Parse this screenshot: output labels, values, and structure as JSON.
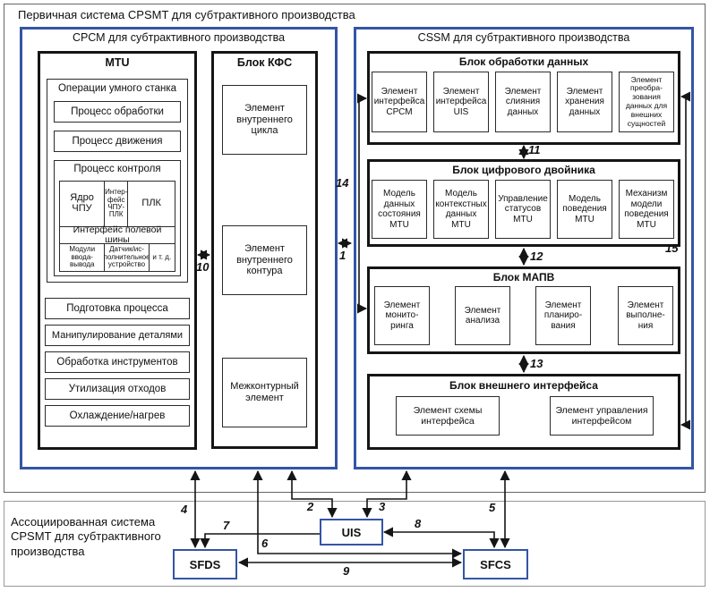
{
  "primary": {
    "title": "Первичная система CPSMT для субтрактивного производства"
  },
  "srsm": {
    "title": "СРСМ для субтрактивного производства",
    "mtu": {
      "title": "MTU",
      "operations_title": "Операции умного станка",
      "process_machining": "Процесс обработки",
      "process_motion": "Процесс движения",
      "control": {
        "title": "Процесс контроля",
        "cnc_core": "Ядро ЧПУ",
        "cnc_plc_if": "Интер- фейс ЧПУ- ПЛК",
        "plc": "ПЛК",
        "fieldbus_if": "Интерфейс полевой шины",
        "io_modules": "Модули ввода- вывода",
        "sensor_actuator": "Датчик/ис- полнительное устройство",
        "etc": "и т. д."
      },
      "aux": [
        "Подготовка процесса",
        "Манипулирование деталями",
        "Обработка инструментов",
        "Утилизация отходов",
        "Охлаждение/нагрев"
      ]
    },
    "kfs": {
      "title": "Блок КФС",
      "inner_cycle": "Элемент внутреннего цикла",
      "inner_loop": "Элемент внутреннего контура",
      "interloop": "Межконтурный элемент"
    }
  },
  "cssm": {
    "title": "CSSM для субтрактивного производства",
    "data_block": {
      "title": "Блок обработки данных",
      "items": [
        "Элемент интерфейса СРСМ",
        "Элемент интерфейса UIS",
        "Элемент слияния данных",
        "Элемент хранения данных",
        "Элемент преобра- зования данных для внешних сущностей"
      ]
    },
    "twin_block": {
      "title": "Блок цифрового двойника",
      "items": [
        "Модель данных состояния MTU",
        "Модель контекстных данных MTU",
        "Управление статусов MTU",
        "Модель поведения MTU",
        "Механизм модели поведения MTU"
      ]
    },
    "mapv_block": {
      "title": "Блок МАПВ",
      "items": [
        "Элемент монито- ринга",
        "Элемент анализа",
        "Элемент планиро- вания",
        "Элемент выполне- ния"
      ]
    },
    "ext_block": {
      "title": "Блок внешнего интерфейса",
      "items": [
        "Элемент схемы интерфейса",
        "Элемент управления интерфейсом"
      ]
    }
  },
  "associated": {
    "title": "Ассоциированная система CPSMT для субтрактивного производства",
    "uis": "UIS",
    "sfds": "SFDS",
    "sfcs": "SFCS"
  },
  "connectors": {
    "n1": "1",
    "n2": "2",
    "n3": "3",
    "n4": "4",
    "n5": "5",
    "n6": "6",
    "n7": "7",
    "n8": "8",
    "n9": "9",
    "n10": "10",
    "n11": "11",
    "n12": "12",
    "n13": "13",
    "n14": "14",
    "n15": "15"
  },
  "colors": {
    "accent_blue": "#3355a5",
    "line_black": "#151515"
  }
}
